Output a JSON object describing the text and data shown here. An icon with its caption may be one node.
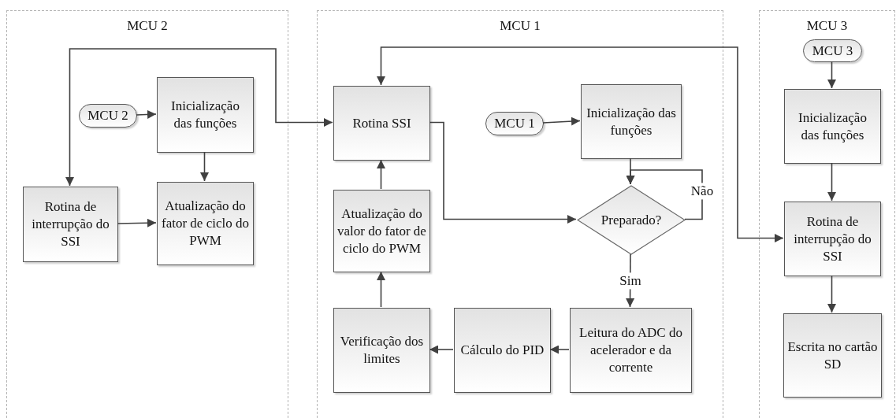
{
  "diagram": {
    "nodes": [
      {
        "text": [
          "MCU 2"
        ]
      },
      {
        "text": [
          "MCU 2"
        ],
        "in": 0
      },
      {
        "text": [
          "Inicialização das funções"
        ],
        "in": 0
      },
      {
        "text": [
          "Rotina de interrupção do SSI"
        ],
        "in": 0
      },
      {
        "text": [
          "Atualização do fator de ciclo do PWM"
        ],
        "in": 0
      },
      {
        "text": [
          "MCU 1"
        ]
      },
      {
        "text": [
          "Rotina SSI"
        ],
        "in": 5
      },
      {
        "text": [
          "MCU 1"
        ],
        "in": 5
      },
      {
        "text": [
          "Inicialização das funções"
        ],
        "in": 5
      },
      {
        "text": [
          "Preparado?"
        ],
        "in": 5
      },
      {
        "text": [
          "Atualização do valor do fator de ciclo do PWM"
        ],
        "in": 5
      },
      {
        "text": [
          "Verificação dos limites"
        ],
        "in": 5
      },
      {
        "text": [
          "Cálculo do PID"
        ],
        "in": 5
      },
      {
        "text": [
          "Leitura do ADC do acelerador e da corrente"
        ],
        "in": 5
      },
      {
        "text": [
          "MCU 3"
        ]
      },
      {
        "text": [
          "MCU 3"
        ],
        "in": 14
      },
      {
        "text": [
          "Inicialização das funções"
        ],
        "in": 14
      },
      {
        "text": [
          "Rotina de interrupção do SSI"
        ],
        "in": 14
      },
      {
        "text": [
          "Escrita no cartão SD"
        ],
        "in": 14
      }
    ],
    "edges": [
      {
        "from": 1,
        "to": 2,
        "arrow": "to"
      },
      {
        "from": 2,
        "to": 4,
        "arrow": "to"
      },
      {
        "from": 3,
        "to": 4,
        "arrow": "to"
      },
      {
        "from": 3,
        "to": 6,
        "arrow": "both"
      },
      {
        "from": 6,
        "to": 9,
        "arrow": "to"
      },
      {
        "from": 7,
        "to": 8,
        "arrow": "to"
      },
      {
        "from": 8,
        "to": 9,
        "arrow": "to"
      },
      {
        "from": 9,
        "to": 9,
        "arrow": "to",
        "label": "Não"
      },
      {
        "from": 9,
        "to": 13,
        "arrow": "to",
        "label": "Sim"
      },
      {
        "from": 13,
        "to": 12,
        "arrow": "to"
      },
      {
        "from": 12,
        "to": 11,
        "arrow": "to"
      },
      {
        "from": 11,
        "to": 10,
        "arrow": "to"
      },
      {
        "from": 10,
        "to": 6,
        "arrow": "to"
      },
      {
        "from": 6,
        "to": 17,
        "arrow": "both"
      },
      {
        "from": 15,
        "to": 16,
        "arrow": "to"
      },
      {
        "from": 16,
        "to": 17,
        "arrow": "to"
      },
      {
        "from": 17,
        "to": 18,
        "arrow": "to"
      }
    ]
  }
}
